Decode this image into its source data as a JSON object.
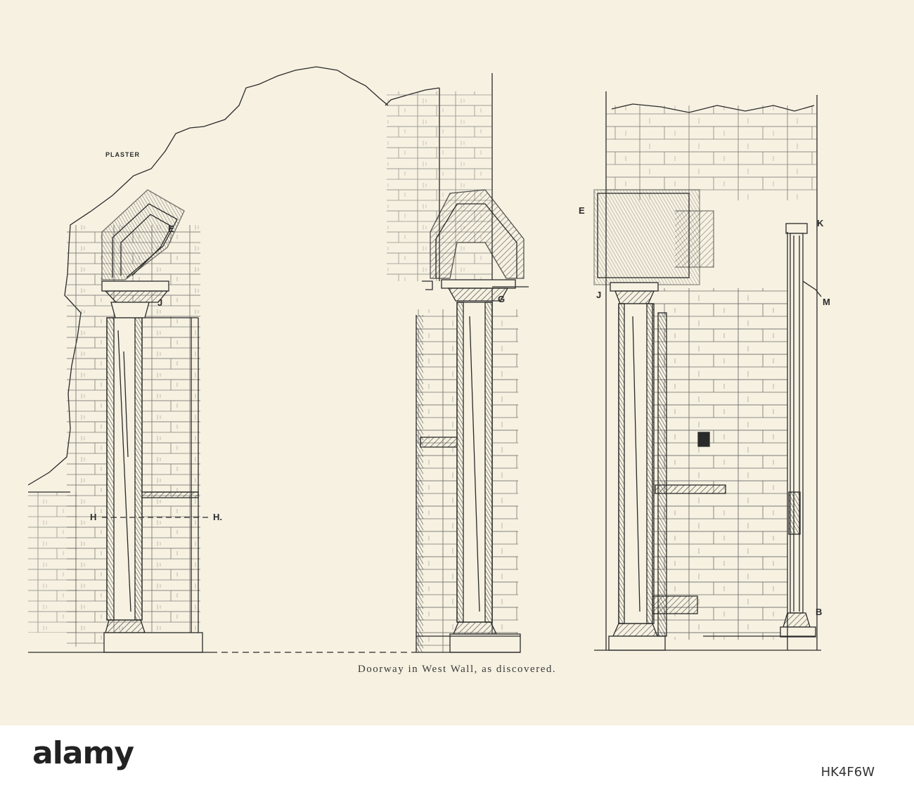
{
  "plate": {
    "caption": "Doorway in West Wall, as discovered.",
    "labels": {
      "plaster": "PLASTER",
      "e_left": "E",
      "j_left": "J",
      "h_left": "H",
      "h_right": "H.",
      "g_mid": "G",
      "e_right": "E",
      "j_right": "J",
      "k_right": "K",
      "m_right": "M",
      "b_right": "B"
    }
  },
  "watermark": {
    "logo": "alamy",
    "stock_id": "HK4F6W"
  }
}
